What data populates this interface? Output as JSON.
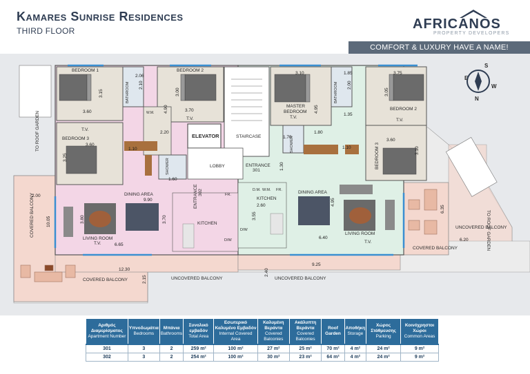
{
  "header": {
    "title": "Kamares Sunrise Residences",
    "subtitle": "THIRD FLOOR"
  },
  "logo": {
    "name": "AFRICANOS",
    "tagline": "PROPERTY DEVELOPERS"
  },
  "slogan": "COMFORT & LUXURY HAVE A NAME!",
  "compass": {
    "n": "N",
    "s": "S",
    "e": "E",
    "w": "W"
  },
  "plan": {
    "rooms": {
      "bedroom1": "BEDROOM 1",
      "bedroom2_left": "BEDROOM 2",
      "bedroom3_left": "BEDROOM 3",
      "master_bedroom_l1": "MASTER",
      "master_bedroom_l2": "BEDROOM",
      "bedroom2_right": "BEDROOM 2",
      "bedroom3_right": "BEDROOM 3",
      "elevator": "ELEVATOR",
      "staircase": "STAIRCASE",
      "lobby": "LOBBY",
      "entrance_left": "ENTRANCE",
      "entrance_left_no": "302",
      "entrance_right": "ENTRANCE",
      "entrance_right_no": "301",
      "bathroom_left": "BATHROOM",
      "bathroom_right": "BATHROOM",
      "shower_left": "SHOWER",
      "shower_right": "SHOWER",
      "dining_left": "DINING AREA",
      "dining_right": "DINING AREA",
      "living_left": "LIVING ROOM",
      "living_right": "LIVING ROOM",
      "kitchen_left": "KITCHEN",
      "kitchen_right": "KITCHEN",
      "covered_balcony_left": "COVERED BALCONY",
      "covered_balcony_bottom": "COVERED BALCONY",
      "uncovered_balcony_bottom1": "UNCOVERED BALCONY",
      "uncovered_balcony_bottom2": "UNCOVERED BALCONY",
      "covered_balcony_right": "COVERED BALCONY",
      "uncovered_balcony_right": "UNCOVERED BALCONY",
      "roof_garden_left": "TO ROOF GARDEN",
      "roof_garden_right": "TO ROOF GARDEN",
      "tv": "T.V.",
      "wm": "W.M.",
      "dm": "D.M.",
      "fr": "FR.",
      "dw": "D/W",
      "dw2": "D/W"
    },
    "dims": {
      "b1_w": "3.60",
      "b1_h": "3.15",
      "bath_l_a": "2.06",
      "bath_l_b": "2.10",
      "b2_l_w": "3.70",
      "b2_l_h": "3.00",
      "hall_l": "4.90",
      "hall_l2": "2.20",
      "b3_l_w": "3.60",
      "b3_l_h": "3.25",
      "corr_l": "1.10",
      "shower_l": "1.60",
      "dining_l": "9.90",
      "living_l": "6.65",
      "living_l_h": "3.80",
      "kitchen_l_h": "3.70",
      "balc_left_w": "2.00",
      "balc_left_h": "10.05",
      "balc_bottom": "12.30",
      "balc_bottom_h": "2.15",
      "master_w": "3.10",
      "master_h": "4.95",
      "bath_r_a": "1.85",
      "bath_r_b": "2.00",
      "b2_r_w": "3.75",
      "b2_r_h": "3.05",
      "corr_r": "1.35",
      "shower_r_a": "1.80",
      "shower_r_b": "1.70",
      "b3_r_w": "3.60",
      "b3_r_h": "3.10",
      "corr_r2": "1.10",
      "entrance_r": "1.30",
      "kitchen_r_w": "2.60",
      "kitchen_r_h": "3.55",
      "dining_r_h": "4.95",
      "living_r": "6.40",
      "balc_r_bottom": "9.25",
      "balc_r_h": "2.40",
      "balc_right_h": "6.35",
      "balc_right_w": "6.20"
    }
  },
  "table": {
    "headers": [
      {
        "gr": "Αριθμός Διαμερίσματος",
        "en": "Apartment Number"
      },
      {
        "gr": "Υπνοδωμάτια",
        "en": "Bedrooms"
      },
      {
        "gr": "Μπάνια",
        "en": "Bathrooms"
      },
      {
        "gr": "Συνολικό εμβαδόν",
        "en": "Total Area"
      },
      {
        "gr": "Εσωτερικό Καλυμένο Εμβαδόν",
        "en": "Internal Covered Area"
      },
      {
        "gr": "Καλυμένη Βεράντα",
        "en": "Covered Balconies"
      },
      {
        "gr": "Ακάλυπτη Βεράντα",
        "en": "Covered Balconies"
      },
      {
        "gr": "Roof Garden",
        "en": ""
      },
      {
        "gr": "Αποθήκη",
        "en": "Storage"
      },
      {
        "gr": "Χώρος Στάθμευσης",
        "en": "Parking"
      },
      {
        "gr": "Κοινόχρηστοι Χώροι",
        "en": "Common Areas"
      }
    ],
    "rows": [
      [
        "301",
        "3",
        "2",
        "259 m²",
        "100 m²",
        "27 m²",
        "25 m²",
        "70 m²",
        "4 m²",
        "24 m²",
        "9 m²"
      ],
      [
        "302",
        "3",
        "2",
        "254 m²",
        "100 m²",
        "30 m²",
        "23 m²",
        "64 m²",
        "4 m²",
        "24 m²",
        "9 m²"
      ]
    ]
  },
  "colors": {
    "navy": "#2f3d53",
    "slogan_bar": "#5c6a7a",
    "table_header": "#2d6c9b",
    "apt_left": "#f3d6e6",
    "apt_right": "#dff0e6",
    "balcony": "#f4d8cf",
    "uncovered": "#ececec",
    "wood": "#a8703e",
    "window": "#3a8fd1"
  }
}
